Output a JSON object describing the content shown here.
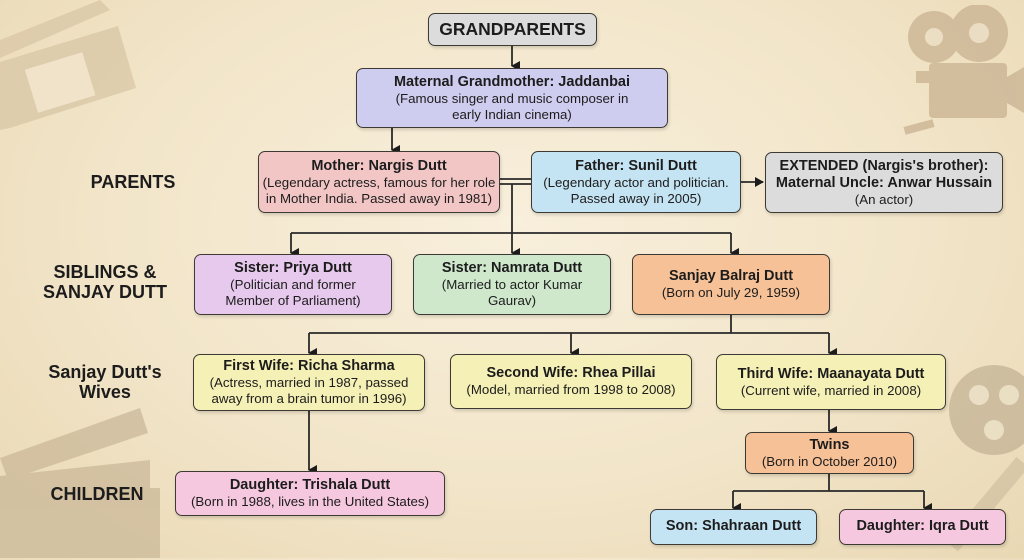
{
  "colors": {
    "background": "#f4e9d2",
    "grey": "#dcdcdc",
    "lavender": "#cfcdef",
    "pink_red": "#f3c6c6",
    "light_blue": "#c5e4f3",
    "purple": "#e6c9ec",
    "green": "#cfe8cc",
    "orange": "#f7c197",
    "yellow": "#f5f0b5",
    "pink": "#f6c8df",
    "border": "#3d3a35"
  },
  "level_labels": {
    "parents": "PARENTS",
    "siblings_line1": "SIBLINGS &",
    "siblings_line2": "SANJAY DUTT",
    "wives_line1": "Sanjay Dutt's",
    "wives_line2": "Wives",
    "children": "CHILDREN"
  },
  "nodes": {
    "grandparents": {
      "title": "GRANDPARENTS"
    },
    "grandmother": {
      "title": "Maternal Grandmother: Jaddanbai",
      "desc1": "(Famous singer and music composer in",
      "desc2": "early Indian cinema)"
    },
    "mother": {
      "title": "Mother: Nargis Dutt",
      "desc1": "(Legendary actress, famous for her role",
      "desc2": "in Mother India. Passed away in 1981)"
    },
    "father": {
      "title": "Father: Sunil Dutt",
      "desc1": "(Legendary actor and politician.",
      "desc2": "Passed away in 2005)"
    },
    "uncle": {
      "title1": "EXTENDED (Nargis's brother):",
      "title2": "Maternal Uncle: Anwar Hussain",
      "desc1": "(An actor)"
    },
    "priya": {
      "title": "Sister: Priya Dutt",
      "desc1": "(Politician and former",
      "desc2": "Member of Parliament)"
    },
    "namrata": {
      "title": "Sister: Namrata Dutt",
      "desc1": "(Married to actor Kumar",
      "desc2": "Gaurav)"
    },
    "sanjay": {
      "title": "Sanjay Balraj Dutt",
      "desc1": "(Born on July 29, 1959)"
    },
    "richa": {
      "title": "First Wife: Richa Sharma",
      "desc1": "(Actress, married in 1987, passed",
      "desc2": "away from a brain tumor in 1996)"
    },
    "rhea": {
      "title": "Second Wife: Rhea Pillai",
      "desc1": "(Model, married from 1998 to 2008)"
    },
    "maanayata": {
      "title": "Third Wife: Maanayata Dutt",
      "desc1": "(Current wife, married in 2008)"
    },
    "twins": {
      "title": "Twins",
      "desc1": "(Born in October 2010)"
    },
    "trishala": {
      "title": "Daughter: Trishala Dutt",
      "desc1": "(Born in 1988, lives in the United States)"
    },
    "shahraan": {
      "title": "Son: Shahraan Dutt"
    },
    "iqra": {
      "title": "Daughter: Iqra Dutt"
    }
  },
  "decorations": [
    "film-strip-icon",
    "film-projector-icon",
    "clapperboard-icon",
    "film-reel-icon"
  ]
}
